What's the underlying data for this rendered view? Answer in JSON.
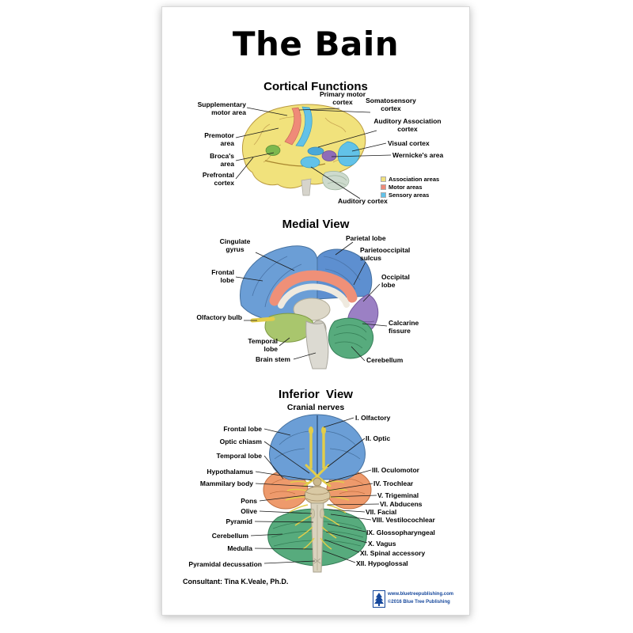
{
  "poster": {
    "title": "The Bain",
    "cortical": {
      "heading": "Cortical Functions",
      "labels": {
        "supplementary_motor": "Supplementary motor area",
        "primary_motor": "Primary motor cortex",
        "somatosensory": "Somatosensory cortex",
        "auditory_association": "Auditory Association cortex",
        "premotor": "Premotor area",
        "visual": "Visual cortex",
        "broca": "Broca's area",
        "wernicke": "Wernicke's area",
        "prefrontal": "Prefrontal cortex",
        "auditory": "Auditory cortex"
      },
      "legend": [
        {
          "label": "Association areas",
          "color": "#f0e07c"
        },
        {
          "label": "Motor areas",
          "color": "#ef8a78"
        },
        {
          "label": "Sensory areas",
          "color": "#62c2e8"
        }
      ]
    },
    "medial": {
      "heading": "Medial View",
      "labels": {
        "cingulate_gyrus": "Cingulate gyrus",
        "parietal_lobe": "Parietal lobe",
        "parietooccipital_sulcus": "Parietooccipital sulcus",
        "frontal_lobe": "Frontal lobe",
        "occipital_lobe": "Occipital lobe",
        "olfactory_bulb": "Olfactory bulb",
        "calcarine_fissure": "Calcarine fissure",
        "temporal_lobe": "Temporal lobe",
        "brain_stem": "Brain stem",
        "cerebellum": "Cerebellum"
      }
    },
    "inferior": {
      "heading": "Inferior  View",
      "subheading": "Cranial nerves",
      "left_labels": [
        "Frontal lobe",
        "Optic chiasm",
        "Temporal lobe",
        "Hypothalamus",
        "Mammilary body",
        "Pons",
        "Olive",
        "Pyramid",
        "Cerebellum",
        "Medulla",
        "Pyramidal decussation"
      ],
      "right_labels": [
        "I. Olfactory",
        "II. Optic",
        "III. Oculomotor",
        "IV. Trochlear",
        "V. Trigeminal",
        "VI. Abducens",
        "VII. Facial",
        "VIII. Vestilocochlear",
        "IX. Glossopharyngeal",
        "X. Vagus",
        "XI. Spinal accessory",
        "XII. Hypoglossal"
      ]
    },
    "footer": {
      "consultant": "Consultant: Tina K.Veale, Ph.D.",
      "publisher_url": "www.bluetreepublishing.com",
      "copyright": "©2016 Blue Tree Publishing"
    }
  }
}
